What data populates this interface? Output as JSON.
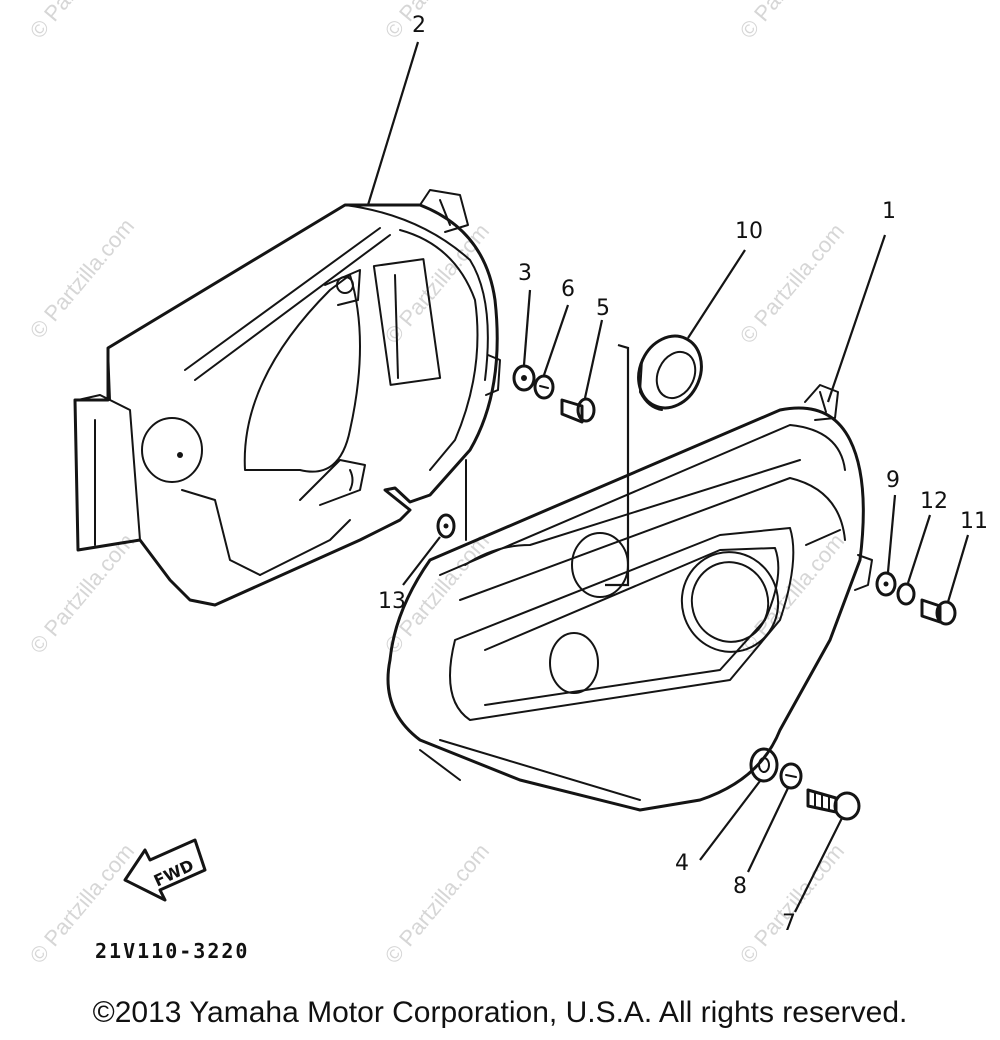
{
  "diagram": {
    "callouts": [
      "1",
      "2",
      "3",
      "4",
      "5",
      "6",
      "7",
      "8",
      "9",
      "10",
      "11",
      "12",
      "13"
    ],
    "reference_code": "21V110-3220",
    "fwd_label": "FWD"
  },
  "watermark": {
    "text": "© Partzilla.com",
    "color": "#d6d6d6"
  },
  "footer": {
    "copyright": "©2013 Yamaha Motor Corporation, U.S.A. All rights reserved."
  },
  "colors": {
    "line": "#141414",
    "background": "#ffffff"
  }
}
